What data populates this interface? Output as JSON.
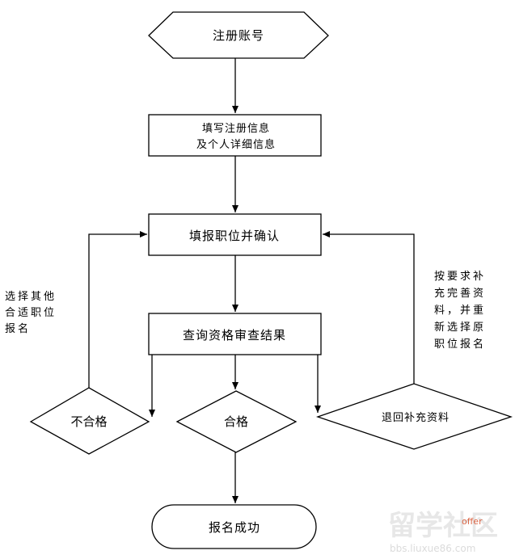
{
  "nodes": {
    "register": "注册账号",
    "fill_info_line1": "填写注册信息",
    "fill_info_line2": "及个人详细信息",
    "fill_position": "填报职位并确认",
    "query_result": "查询资格审查结果",
    "fail": "不合格",
    "pass": "合格",
    "supplement": "退回补充资料",
    "success": "报名成功"
  },
  "annotations": {
    "left": [
      "选择其他",
      "合适职位",
      "报名"
    ],
    "right": [
      "按要求补",
      "充完善资",
      "料，并重",
      "新选择原",
      "职位报名"
    ]
  },
  "watermark": {
    "brand": "留学社区",
    "domain": "bbs.liuxue86.com",
    "tag": "offer"
  }
}
